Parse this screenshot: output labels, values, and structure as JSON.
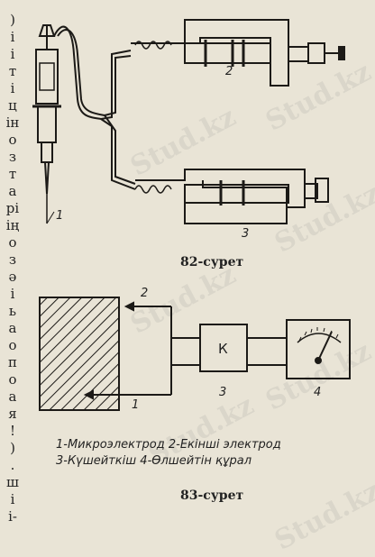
{
  "margin_chars": [
    ")",
    "і",
    "і",
    "т",
    "і",
    "ц",
    "ін",
    "о",
    "з",
    "т",
    "а",
    "рі",
    "ің",
    "о",
    "з",
    "ә",
    "і",
    "ь",
    "а",
    "о",
    "п",
    "о",
    "а",
    "я",
    "!",
    ")",
    ".",
    "ш",
    "і",
    "і-"
  ],
  "figure82": {
    "caption": "82-сурет",
    "labels": [
      "1",
      "2",
      "3"
    ]
  },
  "figure83": {
    "caption": "83-сурет",
    "labels": {
      "electrode2": "2",
      "electrode1": "1",
      "amp_symbol": "К",
      "amp_num": "3",
      "meter_num": "4"
    },
    "legend_line1": "1-Микроэлектрод  2-Екінші электрод",
    "legend_line2": "3-Күшейткіш   4-Өлшейтін құрал"
  },
  "watermark": "Stud.kz",
  "colors": {
    "paper": "#e9e4d6",
    "ink": "#1c1a17"
  }
}
